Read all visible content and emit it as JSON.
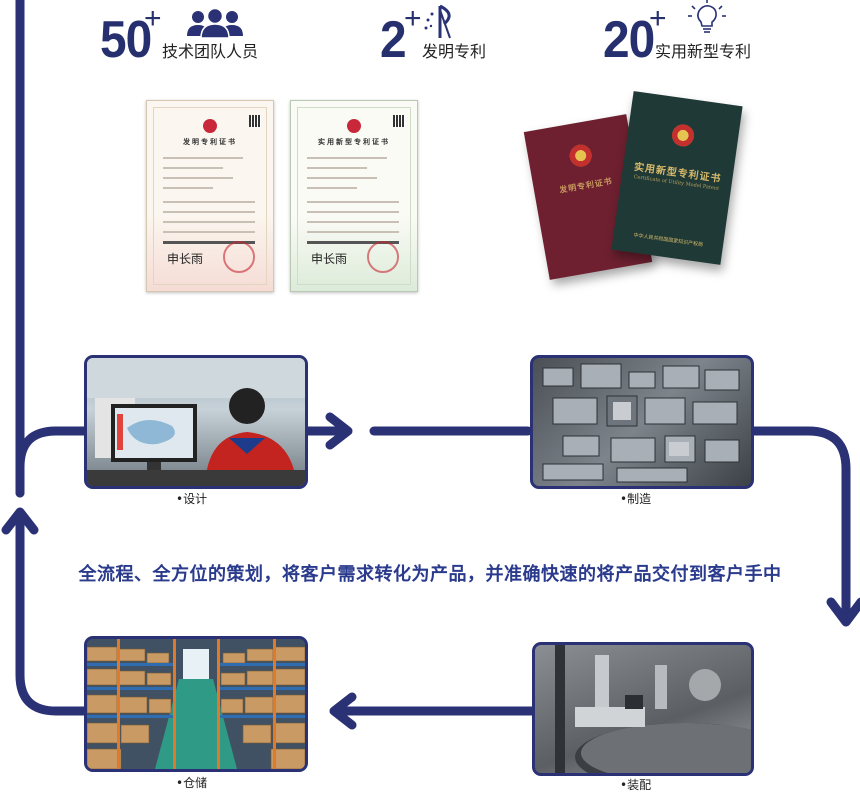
{
  "stats": [
    {
      "number": "50",
      "plus": "+",
      "label": "技术团队人员",
      "icon": "team-icon"
    },
    {
      "number": "2",
      "plus": "+",
      "label": "发明专利",
      "icon": "patent-logo-icon"
    },
    {
      "number": "20",
      "plus": "+",
      "label": "实用新型专利",
      "icon": "lightbulb-icon"
    }
  ],
  "certificates": {
    "invention_title": "发明专利证书",
    "utility_title": "实用新型专利证书",
    "signature": "申长雨",
    "book_red_title": "发明专利证书",
    "book_green_title": "实用新型专利证书",
    "book_green_subtitle": "Certificate of Utility Model Patent",
    "book_green_footer": "中华人民共和国国家知识产权局"
  },
  "slogan": "全流程、全方位的策划，将客户需求转化为产品，并准确快速的将产品交付到客户手中",
  "process": [
    {
      "label": "•设计"
    },
    {
      "label": "•制造"
    },
    {
      "label": "•装配"
    },
    {
      "label": "•仓储"
    }
  ],
  "colors": {
    "brand": "#2a3275",
    "text_blue": "#2a3a8c"
  }
}
